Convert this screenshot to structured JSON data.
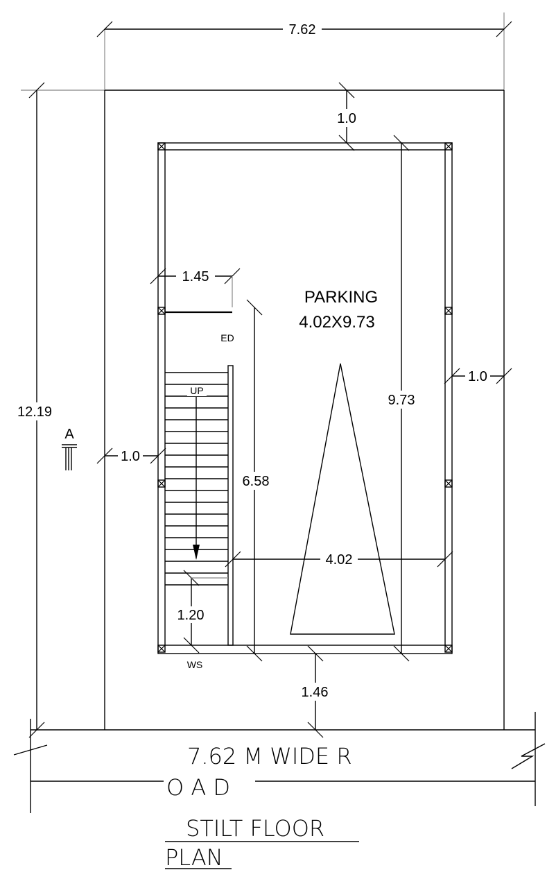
{
  "dimensions": {
    "plot_width": "7.62",
    "plot_depth": "12.19",
    "front_setback": "1.0",
    "parking_depth": "9.73",
    "right_setback": "1.0",
    "stair_width": "1.45",
    "left_setback": "1.0",
    "stair_length": "6.58",
    "parking_width": "4.02",
    "stair_landing": "1.20",
    "rear_setback": "1.46"
  },
  "labels": {
    "parking_title": "PARKING",
    "parking_size": "4.02X9.73",
    "ed": "ED",
    "up": "UP",
    "ws": "WS",
    "section_mark": "A"
  },
  "road": {
    "line1": "7.62  M  WIDE    R",
    "line2": "O  A  D"
  },
  "title": {
    "line1": "STILT  FLOOR",
    "line2": "PLAN"
  }
}
